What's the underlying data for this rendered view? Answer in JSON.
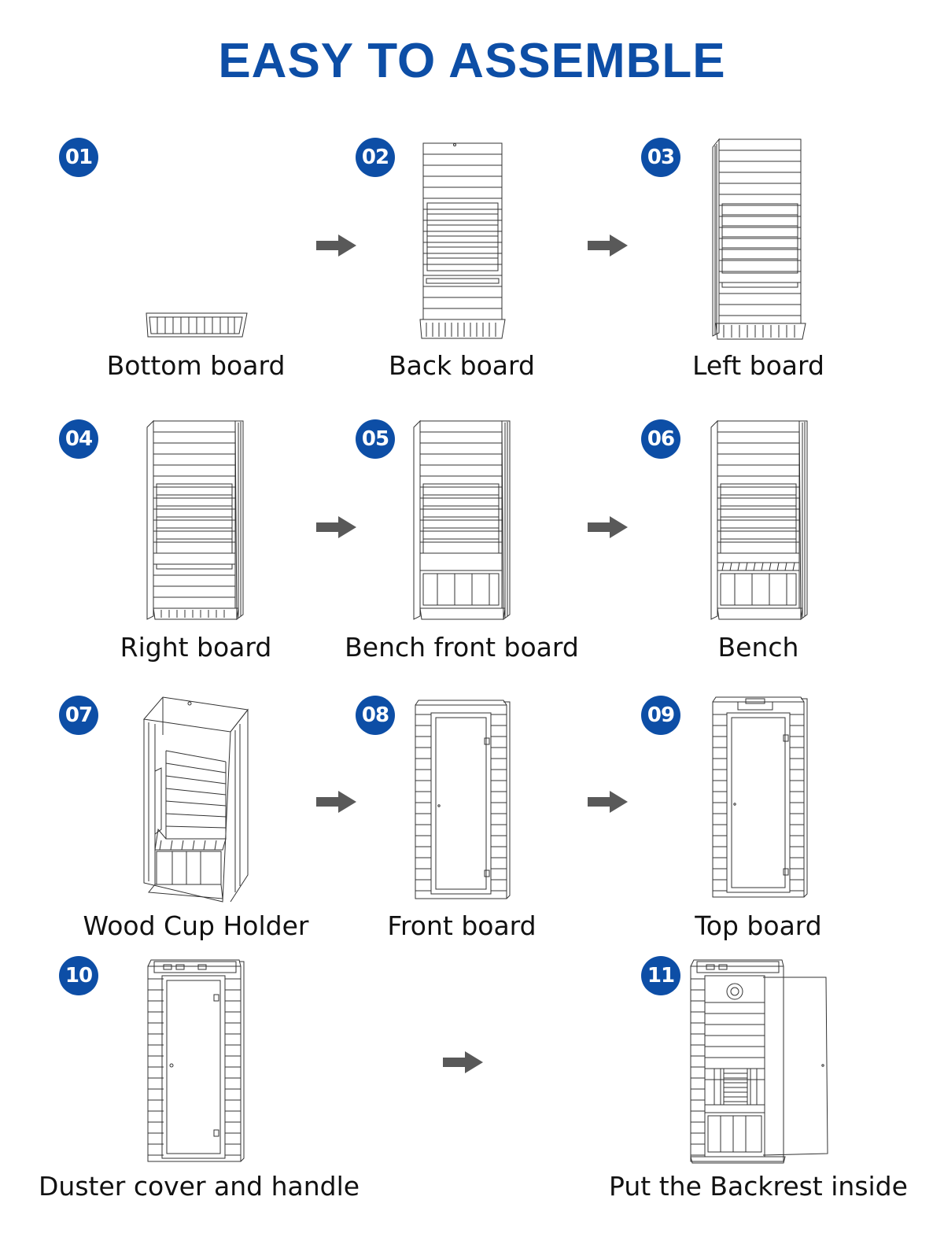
{
  "title": "EASY TO ASSEMBLE",
  "colors": {
    "accent": "#0d4ea6",
    "arrow": "#595959",
    "line": "#333333"
  },
  "steps": [
    {
      "number": "01",
      "caption": "Bottom board"
    },
    {
      "number": "02",
      "caption": "Back board"
    },
    {
      "number": "03",
      "caption": "Left board"
    },
    {
      "number": "04",
      "caption": "Right board"
    },
    {
      "number": "05",
      "caption": "Bench front board"
    },
    {
      "number": "06",
      "caption": "Bench"
    },
    {
      "number": "07",
      "caption": "Wood Cup Holder"
    },
    {
      "number": "08",
      "caption": "Front board"
    },
    {
      "number": "09",
      "caption": "Top board"
    },
    {
      "number": "10",
      "caption": "Duster cover and handle"
    },
    {
      "number": "11",
      "caption": "Put the Backrest inside"
    }
  ]
}
